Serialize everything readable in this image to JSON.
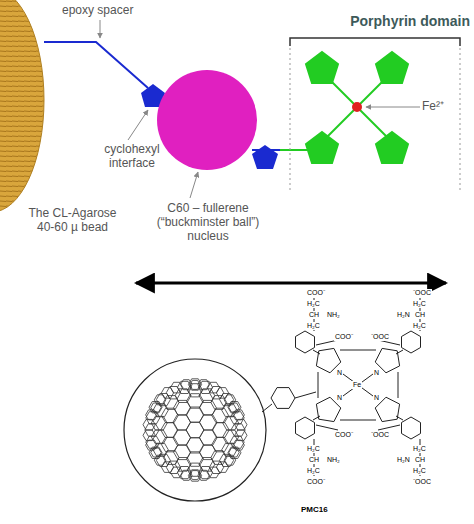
{
  "diagram": {
    "labels": [
      "epoxy spacer",
      "Porphyrin domain",
      "Fe²⁺",
      "cyclohexyl interface",
      "The CL-Agarose 40-60 µ bead",
      "C60 – fullerene (“buckminster ball”) nucleus",
      "Fe",
      "N",
      "N",
      "N",
      "N",
      "PMC16",
      "COO⁻",
      "H₂C",
      "CH",
      "NH₂",
      "H₂C",
      "COO⁻",
      "⁻OOC",
      "H₂C",
      "H₂N",
      "CH",
      "H₂C",
      "⁻OOC",
      "COO⁻",
      "H₂C",
      "CH",
      "NH₂",
      "H₂C",
      "COO⁻",
      "⁻OOC",
      "H₂C",
      "H₂N",
      "CH",
      "H₂C",
      "⁻OOC"
    ]
  }
}
